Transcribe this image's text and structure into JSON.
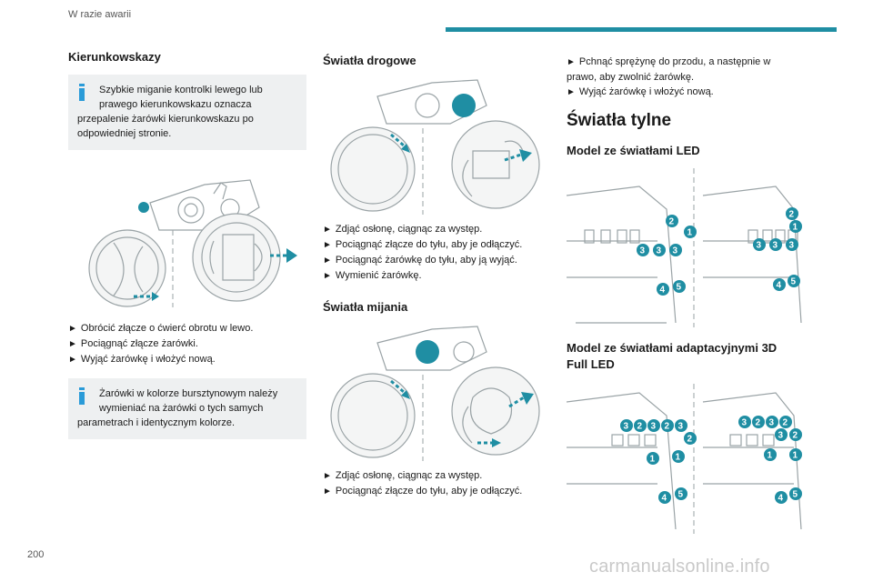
{
  "header": {
    "section": "W razie awarii"
  },
  "page_number": "200",
  "watermark": "carmanualsonline.info",
  "col1": {
    "title": "Kierunkowskazy",
    "info1": {
      "line1": "Szybkie miganie kontrolki lewego lub",
      "line2": "prawego kierunkowskazu oznacza",
      "line3": "przepalenie żarówki kierunkowskazu po",
      "line4": "odpowiedniej stronie."
    },
    "steps": [
      "Obrócić złącze o ćwierć obrotu w lewo.",
      "Pociągnąć złącze żarówki.",
      "Wyjąć żarówkę i włożyć nową."
    ],
    "info2": {
      "line1": "Żarówki w kolorze bursztynowym należy",
      "line2": "wymieniać na żarówki o tych samych",
      "line3": "parametrach i identycznym kolorze."
    }
  },
  "col2": {
    "title1": "Światła drogowe",
    "steps1": [
      "Zdjąć osłonę, ciągnąc za występ.",
      "Pociągnąć złącze do tyłu, aby je odłączyć.",
      "Pociągnąć żarówkę do tyłu, aby ją wyjąć.",
      "Wymienić żarówkę."
    ],
    "title2": "Światła mijania",
    "steps2": [
      "Zdjąć osłonę, ciągnąc za występ.",
      "Pociągnąć złącze do tyłu, aby je odłączyć."
    ]
  },
  "col3": {
    "steps": [
      "Pchnąć sprężynę do przodu, a następnie w",
      "prawo, aby zwolnić żarówkę.",
      "Wyjąć żarówkę i włożyć nową."
    ],
    "heading": "Światła tylne",
    "sub1": "Model ze światłami LED",
    "sub2_line1": "Model ze światłami adaptacyjnymi 3D",
    "sub2_line2": "Full LED"
  },
  "arrow_glyph": "►",
  "badges": {
    "b1": "1",
    "b2": "2",
    "b3": "3",
    "b4": "4",
    "b5": "5"
  },
  "colors": {
    "accent": "#1f8ea3",
    "info_bg": "#eef0f1",
    "info_icon": "#2a9bd8"
  }
}
